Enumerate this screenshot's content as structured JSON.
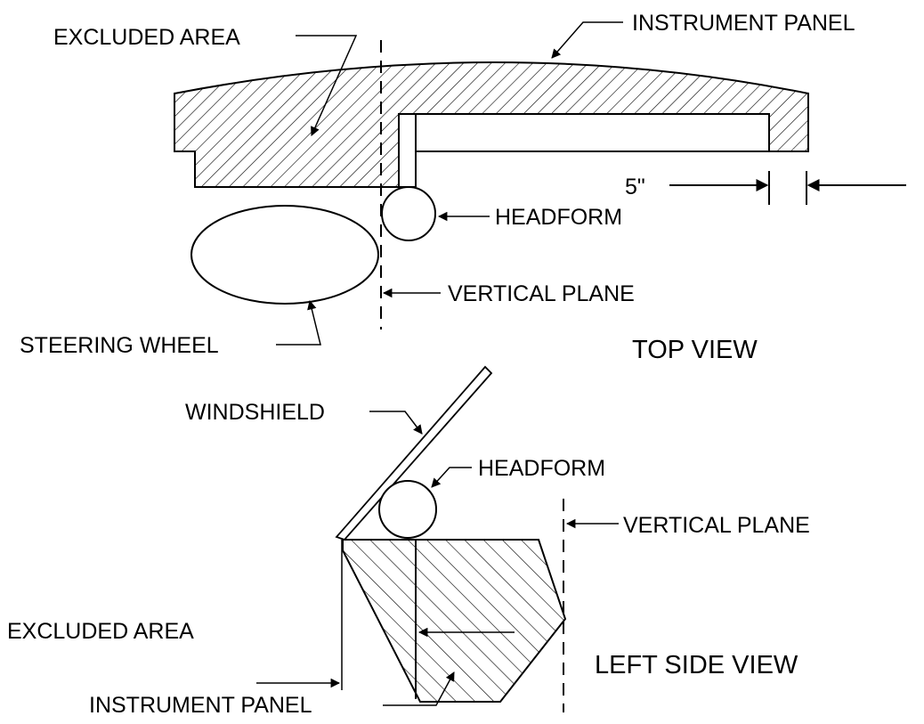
{
  "top_view": {
    "title": "TOP VIEW",
    "labels": {
      "excluded_area": "EXCLUDED AREA",
      "instrument_panel": "INSTRUMENT PANEL",
      "dimension": "5\"",
      "headform": "HEADFORM",
      "vertical_plane": "VERTICAL PLANE",
      "steering_wheel": "STEERING WHEEL"
    }
  },
  "side_view": {
    "title": "LEFT SIDE VIEW",
    "labels": {
      "windshield": "WINDSHIELD",
      "headform": "HEADFORM",
      "vertical_plane": "VERTICAL PLANE",
      "excluded_area": "EXCLUDED AREA",
      "instrument_panel": "INSTRUMENT PANEL"
    }
  },
  "colors": {
    "ink": "#000000",
    "background": "#ffffff"
  }
}
